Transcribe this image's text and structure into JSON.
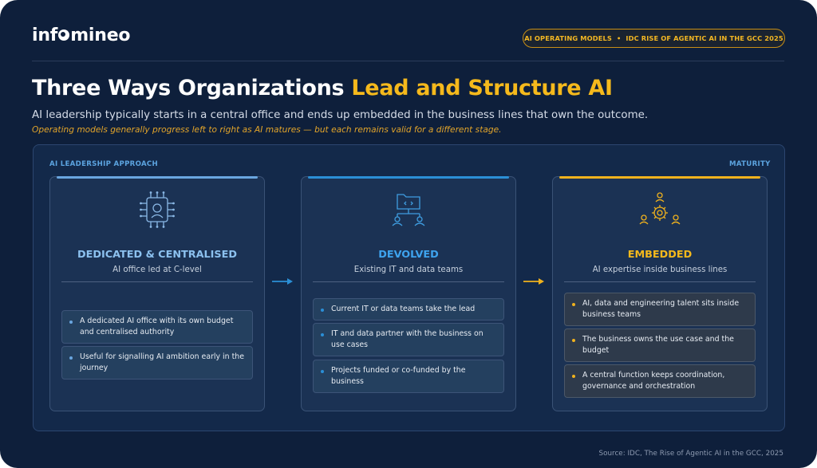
{
  "header": {
    "logo_before": "inf",
    "logo_after": "mineo",
    "badge_left": "AI OPERATING MODELS",
    "badge_sep": "•",
    "badge_right": "IDC RISE OF AGENTIC AI IN THE GCC 2025"
  },
  "title": {
    "main": "Three Ways Organizations ",
    "highlight": "Lead and Structure AI"
  },
  "subtitle": "AI leadership typically starts in a central office and ends up embedded in the business lines that own the outcome.",
  "note": "Operating models generally progress left to right as AI matures — but each remains valid for a different stage.",
  "panel": {
    "left_label": "AI LEADERSHIP APPROACH",
    "right_label": "MATURITY"
  },
  "cards": [
    {
      "title": "DEDICATED & CENTRALISED",
      "subtitle": "AI office led at C-level",
      "icon": "chip-person-icon",
      "accent": "#6aa6e0",
      "items": [
        "A dedicated AI office with its own budget and centralised authority",
        "Useful for signalling AI ambition early in the journey"
      ]
    },
    {
      "title": "DEVOLVED",
      "subtitle": "Existing IT and data teams",
      "icon": "folder-network-icon",
      "accent": "#2b8fd6",
      "items": [
        "Current IT or data teams take the lead",
        "IT and data partner with the business on use cases",
        "Projects funded or co-funded by the business"
      ]
    },
    {
      "title": "EMBEDDED",
      "subtitle": "AI expertise inside business lines",
      "icon": "gear-people-icon",
      "accent": "#f0b21d",
      "items": [
        "AI, data and engineering talent sits inside business teams",
        "The business owns the use case and the budget",
        "A central function keeps coordination, governance and orchestration"
      ]
    }
  ],
  "colors": {
    "background": "#0e1f3b",
    "highlight": "#f5b91c",
    "blue": "#2b8fd6"
  },
  "source": "Source: IDC, The Rise of Agentic AI in the GCC, 2025"
}
